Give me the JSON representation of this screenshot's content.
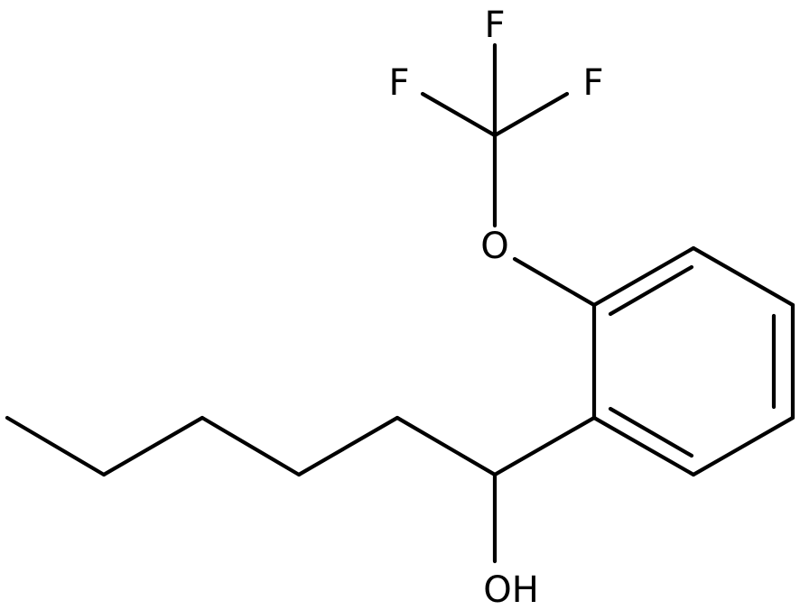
{
  "molecule": {
    "atoms": {
      "f_top": "F",
      "f_left": "F",
      "f_right": "F",
      "o_ether": "O",
      "oh": "OH"
    }
  }
}
